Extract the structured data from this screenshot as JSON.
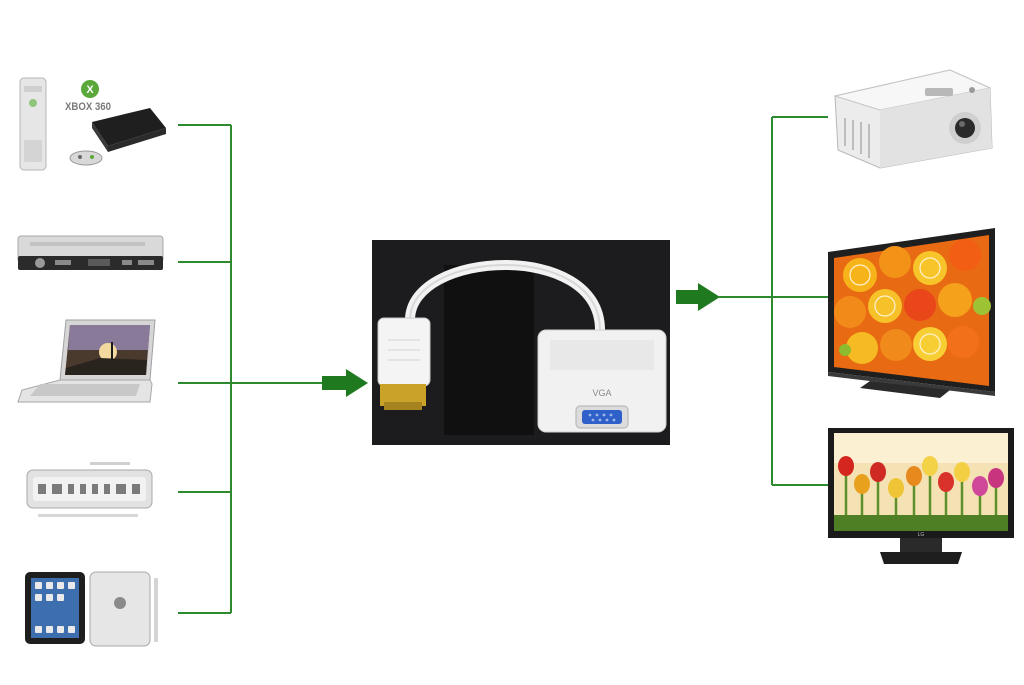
{
  "colors": {
    "connector_line": "#2e8a2e",
    "arrow": "#1f7a1f",
    "adapter_background": "#1c1c1e",
    "device_light": "#e9e9e9",
    "device_dark": "#2a2a2a",
    "vga_port": "#2f5fc9",
    "hdmi_tip": "#c9a227"
  },
  "sources": [
    {
      "icon": "xbox-360-and-playstation-icon",
      "logo_text": "XBOX 360"
    },
    {
      "icon": "set-top-box-icon"
    },
    {
      "icon": "laptop-icon"
    },
    {
      "icon": "mac-mini-icon"
    },
    {
      "icon": "ipad-icon"
    }
  ],
  "adapter": {
    "icon": "hdmi-to-vga-adapter-icon",
    "port_label": "VGA"
  },
  "outputs": [
    {
      "icon": "projector-icon"
    },
    {
      "icon": "tv-with-citrus-image-icon"
    },
    {
      "icon": "monitor-with-tulips-image-icon",
      "brand_text": "LG"
    }
  ]
}
